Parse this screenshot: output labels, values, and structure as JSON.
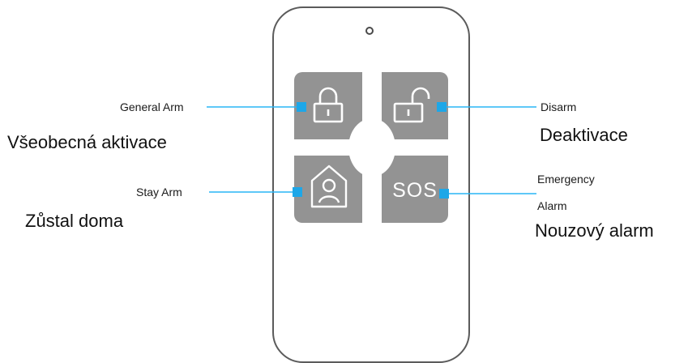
{
  "diagram": {
    "buttons": [
      {
        "key": "general",
        "label_en": "General Arm",
        "label_cs": "Všeobecná aktivace",
        "icon": "locked-padlock-icon"
      },
      {
        "key": "disarm",
        "label_en": "Disarm",
        "label_cs": "Deaktivace",
        "icon": "unlocked-padlock-icon"
      },
      {
        "key": "stay",
        "label_en": "Stay Arm",
        "label_cs": "Zůstal doma",
        "icon": "home-person-icon"
      },
      {
        "key": "emergency",
        "label_en_line1": "Emergency",
        "label_en_line2": "Alarm",
        "label_cs": "Nouzový alarm",
        "button_text": "SOS"
      }
    ],
    "colors": {
      "button_gray": "#939393",
      "leader_blue": "#29b6f6",
      "marker_blue": "#1ea7e8",
      "outline": "#5b5b5b"
    }
  }
}
